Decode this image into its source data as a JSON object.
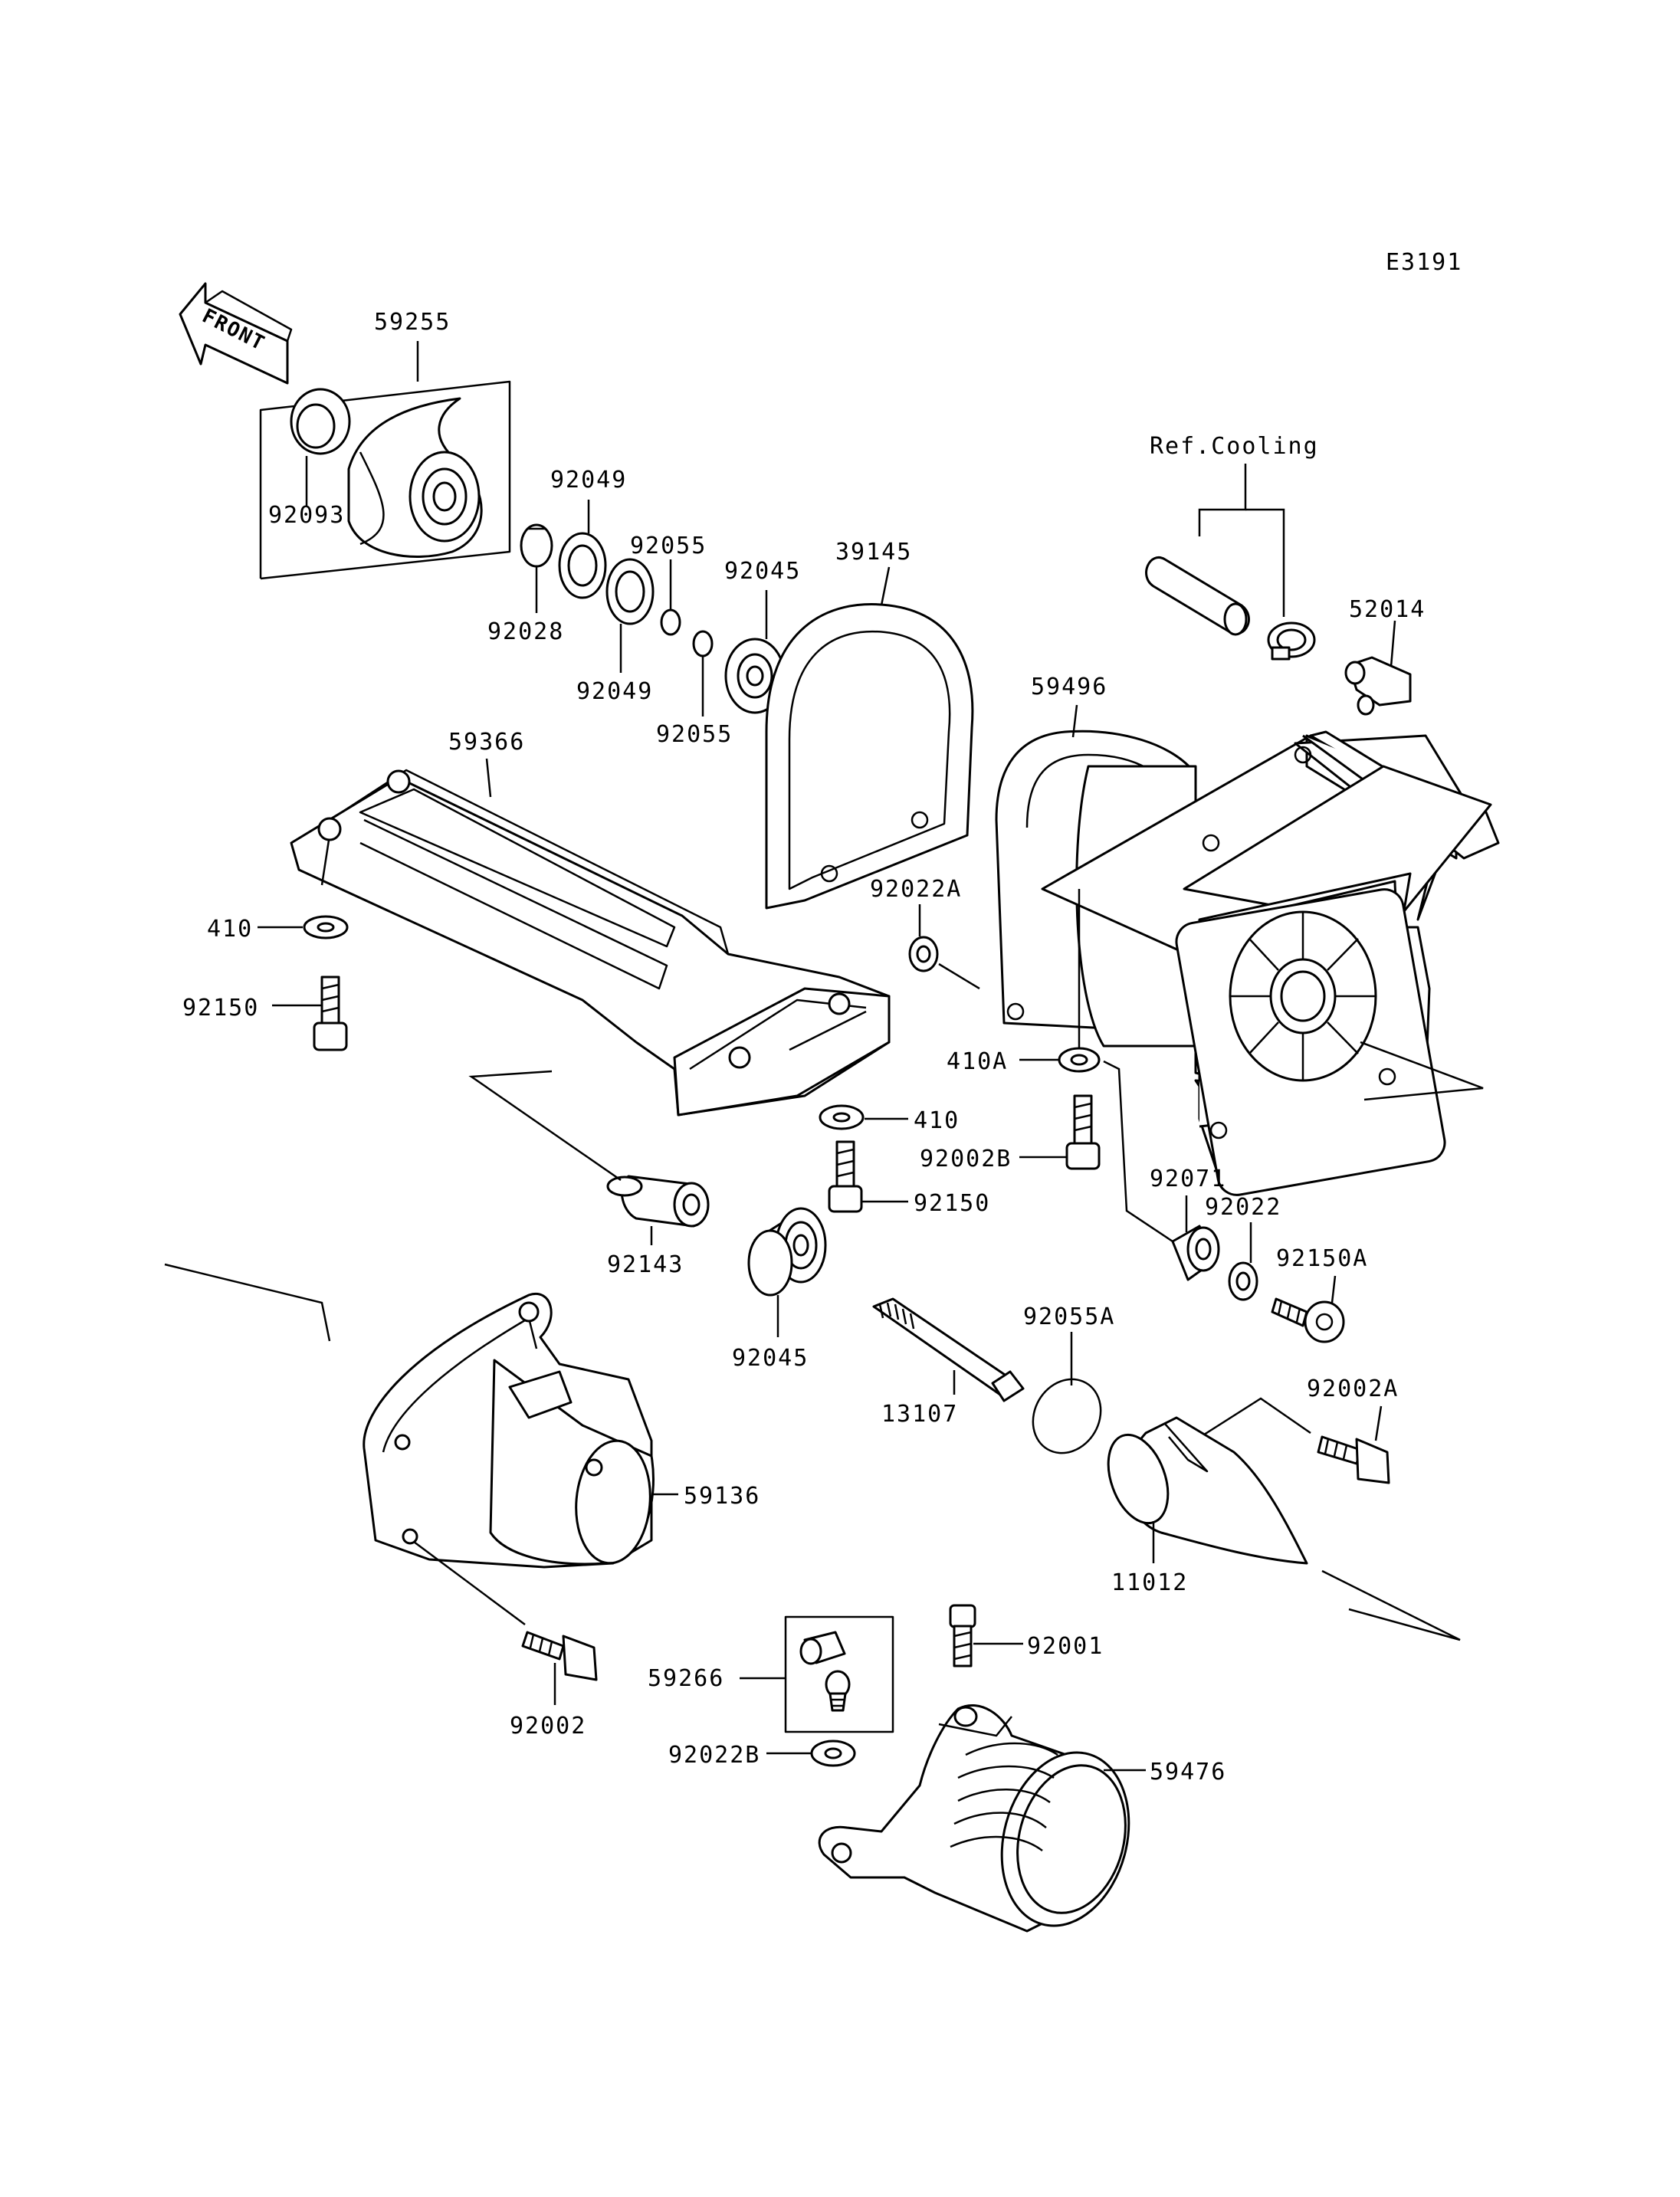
{
  "diagram_code": "E3191",
  "front_arrow_label": "FRONT",
  "ref_cooling_label": "Ref.Cooling",
  "parts": {
    "p59255": "59255",
    "p92093": "92093",
    "p92049a": "92049",
    "p92049b": "92049",
    "p92028": "92028",
    "p92055a": "92055",
    "p92055b": "92055",
    "p92045a": "92045",
    "p39145": "39145",
    "p52014": "52014",
    "p59496": "59496",
    "p59366": "59366",
    "p92022A": "92022A",
    "p410a": "410",
    "p410b": "410",
    "p410A": "410A",
    "p92150a": "92150",
    "p92150b": "92150",
    "p92002B": "92002B",
    "p92071": "92071",
    "p92022": "92022",
    "p92150A": "92150A",
    "p92143": "92143",
    "p92045b": "92045",
    "p92055A": "92055A",
    "p13107": "13107",
    "p92002A": "92002A",
    "p59136": "59136",
    "p11012": "11012",
    "p92001": "92001",
    "p59266": "59266",
    "p92002": "92002",
    "p92022B": "92022B",
    "p59476": "59476"
  }
}
